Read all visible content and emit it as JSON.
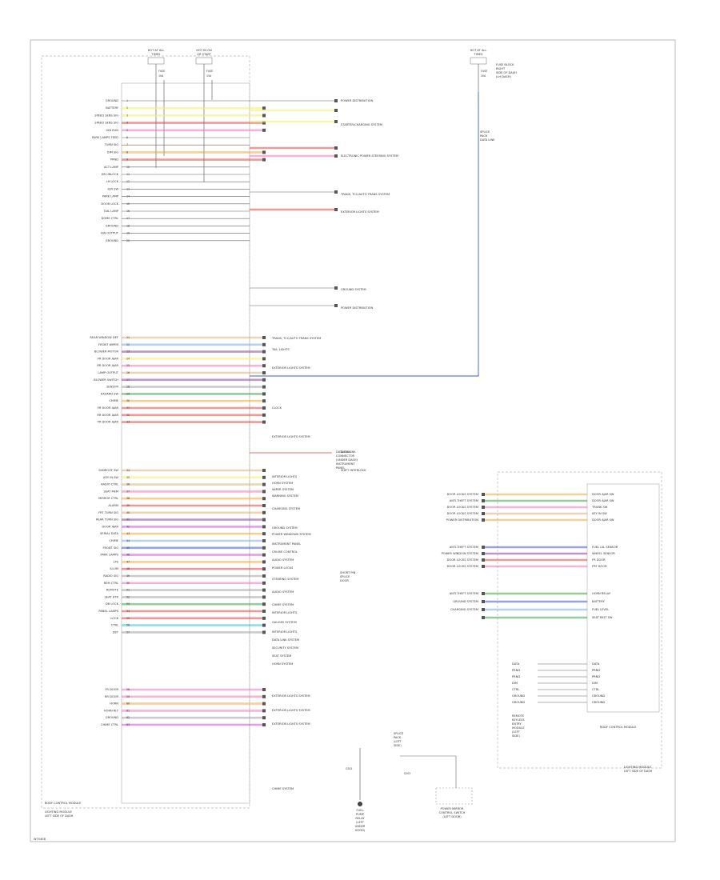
{
  "page": {
    "footer_code": "W7S4E8",
    "module_caption_left": [
      "LIGHTING MODULE",
      "LEFT SIDE OF DASH"
    ],
    "module_caption_right": [
      "LIGHTING MODULE",
      "LEFT SIDE OF DASH"
    ],
    "left_module_label": "BODY CONTROL MODULE",
    "right_module_label": "BODY CONTROL MODULE"
  },
  "fuses": [
    {
      "id": "f1",
      "lines": [
        "HOT AT ALL",
        "TIMES"
      ],
      "amp": "FUSE",
      "num": "10A"
    },
    {
      "id": "f2",
      "lines": [
        "HOT IN ON",
        "OR START"
      ],
      "amp": "FUSE",
      "num": "15A"
    },
    {
      "id": "f3",
      "lines": [
        "HOT AT ALL",
        "TIMES"
      ],
      "amp": "FUSE",
      "num": "20A"
    }
  ],
  "right_note": [
    "FUSE BLOCK",
    "RIGHT",
    "SIDE OF DASH",
    "(LH DASH)"
  ],
  "left_pin_labels": [
    "GROUND",
    "BATTERY",
    "SPEED SENS SIG",
    "SPEED SENS SIG",
    "IGN RUN",
    "PARK LAMPS FEED",
    "TURN SIG",
    "DIM SIG",
    "PRND",
    "ACT LAMP",
    "DR UNLOCK",
    "LH LOCK",
    "IGN SW",
    "PARK LAMP",
    "DOOR LOCK",
    "TAIL LAMP",
    "DOME CTRL",
    "GROUND",
    "IGN OUTPUT",
    "GROUND",
    "REAR WINDOW DEF",
    "FRONT WIPER",
    "BLOWER MOTOR",
    "FR DOOR AJAR",
    "RR DOOR AJAR",
    "LAMP OUTPUT",
    "BLOWER SWITCH",
    "SENSOR",
    "HAZARD SW",
    "CHIME",
    "FR DOOR AJAR",
    "RR DOOR AJAR",
    "FR DOOR AJAR",
    "SUNROOF SW",
    "KEY IN SW",
    "RADIO CTRL",
    "SEAT MEM",
    "MIRROR CTRL",
    "ALARM",
    "FRT TURN SIG",
    "REAR TURN SIG",
    "DOOR AJAR",
    "SERIAL DATA",
    "CHIME",
    "FRONT SIG",
    "PARK LAMPS",
    "LPS",
    "ILLUM",
    "RADIO SIG",
    "REM CTRL",
    "REMOTE",
    "SEAT HTR",
    "DR LOCK",
    "PANEL LAMPS",
    "LOCK",
    "CTRL",
    "DET",
    "FR DOOR",
    "RR DOOR",
    "HORN",
    "HORN RLY",
    "GROUND",
    "CHIME CTRL"
  ],
  "right_pin_labels": [
    "DOOR AJAR SW",
    "DOOR AJAR SW",
    "TRUNK SW",
    "KEY IN SW",
    "DOOR AJAR SW",
    "FUEL LVL SENSOR",
    "WHEEL SENSOR",
    "FR DOOR",
    "FRT DOOR",
    "HORN RELAY",
    "BATTERY",
    "FUEL LEVEL",
    "SEAT BELT SW"
  ],
  "right_lower_labels": [
    "DATA",
    "PRND",
    "PRND",
    "DIM",
    "CTRL",
    "GROUND",
    "GROUND"
  ],
  "destinations": [
    "POWER DISTRIBUTION",
    "STARTER/CHARGING SYSTEM",
    "ELECTRONIC POWER STEERING SYSTEM",
    "TRANS, TCC/AUTO TRANS SYSTEM",
    "EXTERIOR LIGHTS SYSTEM",
    "GROUND SYSTEM",
    "POWER DISTRIBUTION",
    "TRANS, TCC/AUTO TRANS SYSTEM",
    "TAIL LIGHTS",
    "EXTERIOR LIGHTS SYSTEM",
    "CLOCK",
    "EXTERIOR LIGHTS SYSTEM",
    "DATA LINK",
    "SHIFT INTERLOCK",
    "INTERIOR LIGHTS",
    "HORN SYSTEM",
    "WIPER SYSTEM",
    "WARNING SYSTEM",
    "CHARGING SYSTEM",
    "GROUND SYSTEM",
    "POWER WINDOWS SYSTEM",
    "INSTRUMENT PANEL",
    "CRUISE CONTROL",
    "AUDIO SYSTEM",
    "POWER LOCKS",
    "STEERING SYSTEM",
    "AUDIO SYSTEM",
    "CHIME SYSTEM",
    "INTERIOR LIGHTS",
    "GAUGES SYSTEM",
    "INTERIOR LIGHTS",
    "DATA LINK SYSTEM",
    "SECURITY SYSTEM",
    "SEAT SYSTEM",
    "HORN SYSTEM",
    "EXTERIOR LIGHTS SYSTEM",
    "EXTERIOR LIGHTS SYSTEM",
    "EXTERIOR LIGHTS SYSTEM",
    "CHIME SYSTEM"
  ],
  "right_dest": [
    "DOOR LOCKS SYSTEM",
    "ANTI-THEFT SYSTEM",
    "DOOR LOCKS SYSTEM",
    "DOOR LOCKS SYSTEM",
    "POWER DISTRIBUTION",
    "ANTI-THEFT SYSTEM",
    "POWER WINDOW SYSTEM",
    "DOOR LOCKS SYSTEM",
    "DOOR LOCKS SYSTEM",
    "ANTI-THEFT SYSTEM",
    "GROUND SYSTEM",
    "CHARGING SYSTEM"
  ],
  "notes": {
    "center_splice": [
      "SHORT PIN",
      "SPLICE",
      "DOOR"
    ],
    "mid_note": [
      "DATA LINK",
      "CONNECTOR",
      "(UNDER DASH)",
      "INSTRUMENT",
      "PANEL"
    ],
    "bottom_sensor": [
      "FUEL",
      "PUMP",
      "RELAY",
      "(LEFT",
      "UNDER",
      "HOOD)"
    ],
    "bottom_center": [
      "SPLICE",
      "PACK",
      "(LEFT",
      "SIDE)"
    ],
    "bottom_right": [
      "POWER MIRROR",
      "CONTROL SWITCH",
      "(LEFT DOOR)"
    ],
    "right_side_note": [
      "SPLICE",
      "PACK",
      "DATA LINE"
    ],
    "bottom_right_module": [
      "REMOTE",
      "KEYLESS",
      "ENTRY",
      "MODULE",
      "(LEFT",
      "SIDE)"
    ],
    "ground_label": "G301",
    "splice_label": "S203"
  },
  "colors": {
    "frame": "#b8b8b8",
    "wire_dark": "#666666",
    "blue": "#3a5bd0",
    "yellow": "#f2ee6b",
    "red": "#e84343",
    "pink": "#ee77bb",
    "purple": "#8a3ea0",
    "orange": "#f3a83b",
    "green": "#3fa34d",
    "cyan": "#2fc5dc",
    "lightblue": "#7da9e8",
    "magenta": "#d74ad8",
    "tan": "#d8b27a",
    "gray": "#a0a0a0"
  }
}
